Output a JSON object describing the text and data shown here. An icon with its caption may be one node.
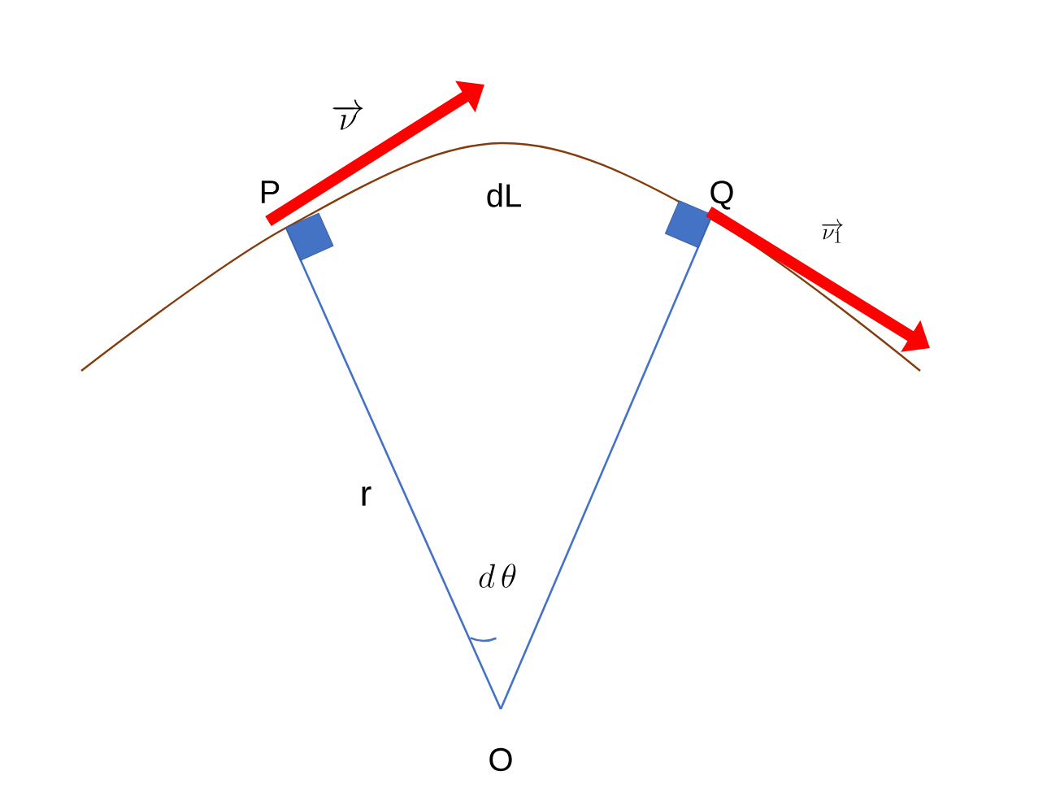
{
  "diagram": {
    "labels": [
      "\\overrightarrow{\\nu}",
      "P",
      "dL",
      "Q",
      "\\overrightarrow{\\nu_1}",
      "r",
      "d\\,\\theta",
      "O"
    ]
  }
}
